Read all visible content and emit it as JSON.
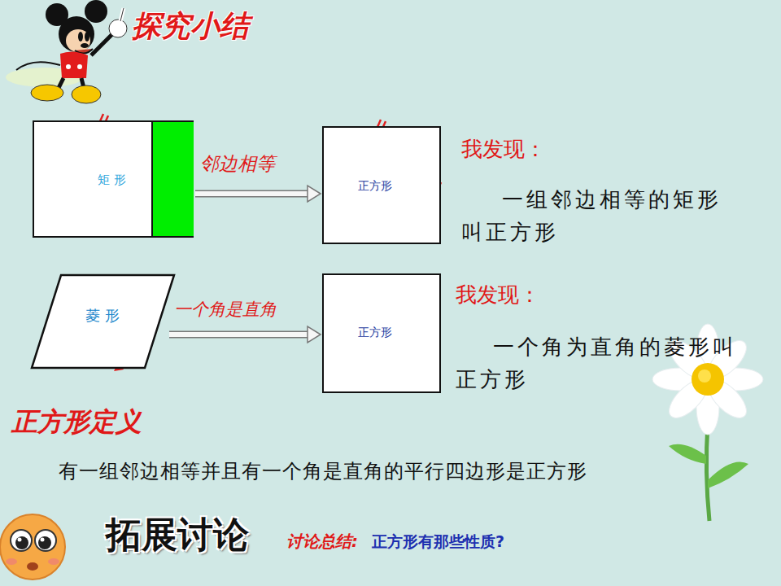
{
  "diagram": {
    "title": "探究小结",
    "nodes": [
      {
        "text": [
          "矩 形"
        ]
      },
      {
        "text": [
          "正方形"
        ]
      },
      {
        "text": [
          "菱 形"
        ]
      },
      {
        "text": [
          "正方形"
        ]
      }
    ],
    "edges": [
      {
        "from": 0,
        "to": 1,
        "arrow": "to",
        "label": "邻边相等"
      },
      {
        "from": 2,
        "to": 3,
        "arrow": "to",
        "label": "一个角是直角"
      }
    ],
    "labels": [
      "我发现：",
      "一组邻边相等的矩形叫正方形",
      "我发现：",
      "一个角为直角的菱形叫正方形",
      "正方形定义",
      "有一组邻边相等并且有一个角是直角的平行四边形是正方形",
      "拓展讨论",
      "讨论总结:",
      "正方形有那些性质?"
    ]
  }
}
